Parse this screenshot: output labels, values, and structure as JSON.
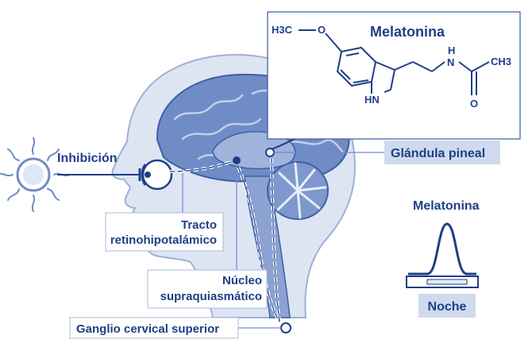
{
  "labels": {
    "inhibition": "Inhibición",
    "tract_line1": "Tracto",
    "tract_line2": "retinohipotalámico",
    "nucleus_line1": "Núcleo",
    "nucleus_line2": "supraquiasmático",
    "ganglion": "Ganglio cervical superior",
    "pineal": "Glándula pineal",
    "night": "Noche"
  },
  "molecule": {
    "title": "Melatonina",
    "methoxy": "H3C",
    "oxygen": "O",
    "ring_nh": "HN",
    "amide_h": "H",
    "amide_n": "N",
    "carbonyl_o": "O",
    "methyl": "CH3"
  },
  "curve": {
    "title": "Melatonina"
  },
  "colors": {
    "primary": "#1e3f86",
    "brain_fill": "#6f8cc6",
    "head_fill": "#dde5f3",
    "callout_fill": "#cfdaef"
  }
}
